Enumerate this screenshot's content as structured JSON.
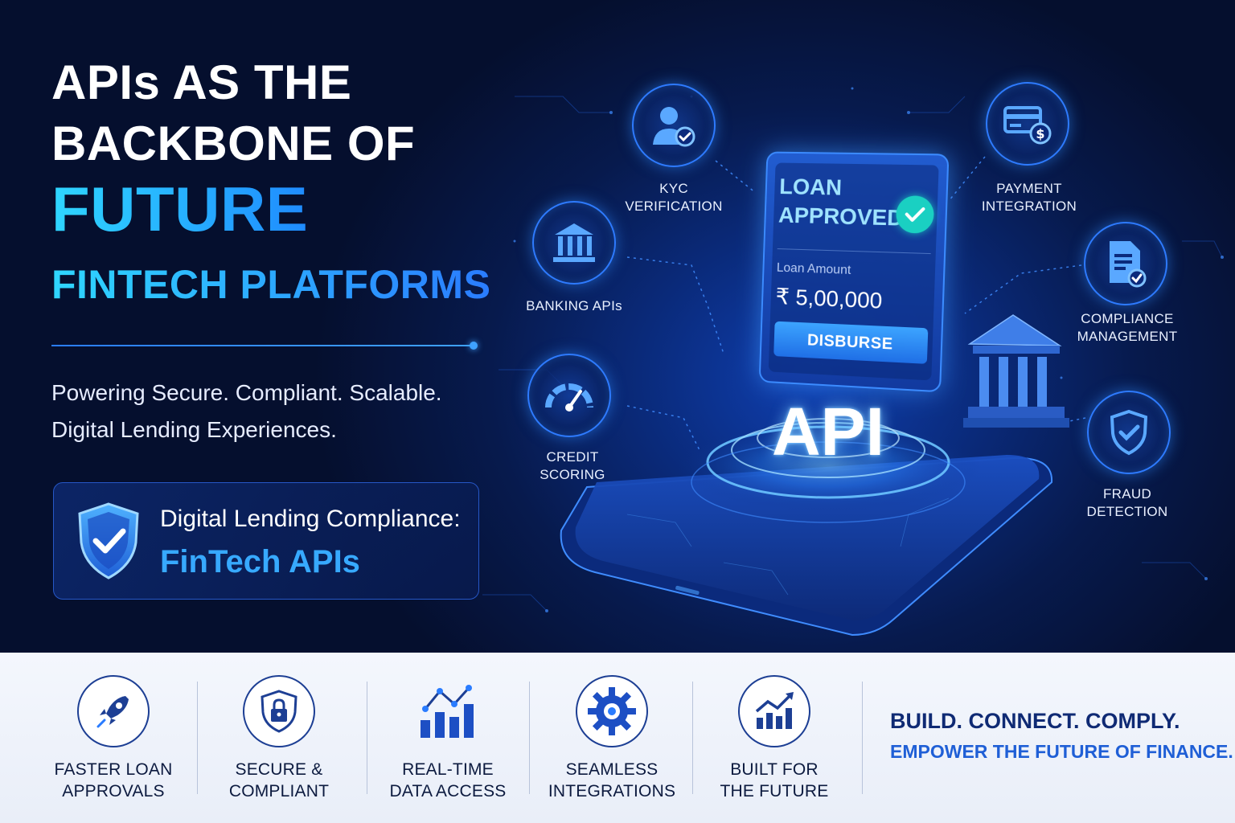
{
  "hero": {
    "title_line1": "APIs AS THE",
    "title_line2": "BACKBONE OF",
    "title_line3": "FUTURE",
    "title_line4": "FINTECH PLATFORMS",
    "subtitle_line1": "Powering Secure. Compliant. Scalable.",
    "subtitle_line2": "Digital Lending Experiences.",
    "compliance_card": {
      "line1": "Digital Lending Compliance:",
      "line2": "FinTech APIs",
      "icon": "shield-check-icon"
    }
  },
  "features": [
    {
      "label": "KYC\nVERIFICATION",
      "icon": "user-check-icon"
    },
    {
      "label": "BANKING APIs",
      "icon": "bank-icon"
    },
    {
      "label": "CREDIT\nSCORING",
      "icon": "gauge-icon"
    },
    {
      "label": "PAYMENT\nINTEGRATION",
      "icon": "card-payment-icon"
    },
    {
      "label": "COMPLIANCE\nMANAGEMENT",
      "icon": "document-check-icon"
    },
    {
      "label": "FRAUD\nDETECTION",
      "icon": "shield-check-icon"
    }
  ],
  "loan_card": {
    "status": "LOAN\nAPPROVED",
    "amount_label": "Loan Amount",
    "amount": "₹ 5,00,000",
    "button_label": "DISBURSE"
  },
  "api_label": "API",
  "benefits": [
    {
      "label": "FASTER LOAN\nAPPROVALS",
      "icon": "rocket-icon"
    },
    {
      "label": "SECURE &\nCOMPLIANT",
      "icon": "lock-shield-icon"
    },
    {
      "label": "REAL-TIME\nDATA ACCESS",
      "icon": "bar-chart-icon"
    },
    {
      "label": "SEAMLESS\nINTEGRATIONS",
      "icon": "gear-icon"
    },
    {
      "label": "BUILT FOR\nTHE FUTURE",
      "icon": "growth-chart-icon"
    }
  ],
  "tagline": {
    "line1": "BUILD. CONNECT. COMPLY.",
    "line2": "EMPOWER THE FUTURE OF FINANCE."
  },
  "colors": {
    "background": "#061233",
    "accent_cyan": "#2fd6ff",
    "accent_blue": "#2a7cff",
    "bottom_band": "#f4f7fd",
    "navy_text": "#0f2a74"
  }
}
